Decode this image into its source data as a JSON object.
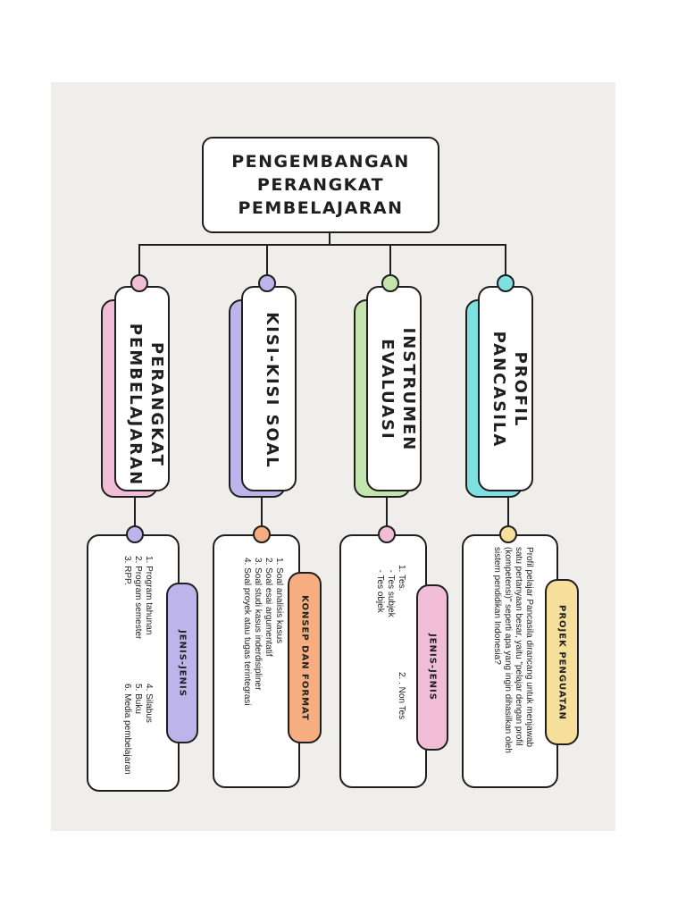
{
  "title": {
    "lines": [
      "PENGEMBANGAN",
      "PERANGKAT",
      "PEMBELAJARAN"
    ]
  },
  "colors": {
    "pink": "#f0bcd6",
    "purple": "#bdb4ec",
    "green": "#c4e4ad",
    "teal": "#7fe0e2",
    "orange": "#f6ad7f",
    "yellow": "#f6df9a"
  },
  "branches": [
    {
      "label_lines": [
        "PERANGKAT",
        "PEMBELAJARAN"
      ],
      "tag": "JENIS-JENIS",
      "items_col1": [
        "1. Program tahunan",
        "2. Program semester",
        "3. RPP."
      ],
      "items_col2": [
        "4. Silabus",
        "5. Buku",
        "6. Media pembelajaran"
      ]
    },
    {
      "label_lines": [
        "KISI-KISI SOAL"
      ],
      "tag": "KONSEP DAN FORMAT",
      "items": [
        "1. Soal analisis kasus",
        "2. Soal esai argumentatif",
        "3. Soal studi  kasus inderdisipliner",
        "4. Soal proyek atau tugas terintegrasi"
      ]
    },
    {
      "label_lines": [
        "INSTRUMEN",
        "EVALUASI"
      ],
      "tag": "JENIS-JENIS",
      "items": [
        "1. Tes.",
        "  - Tes subjek",
        "  - Tes objek"
      ],
      "items_right": "2. . Non Tes"
    },
    {
      "label_lines": [
        "PROFIL",
        "PANCASILA"
      ],
      "tag": "PROJEK PENGUATAN",
      "paragraph_lines": [
        "Profil pelajar Pancasila dirancang untuk menjawab",
        "satu pertanyaan besar, yaitu \"pelajar dengan profil",
        "(kompetensi)\" seperti apa yang ingin dihasilkan oleh",
        "sistem pendidikan Indonesia?"
      ]
    }
  ]
}
